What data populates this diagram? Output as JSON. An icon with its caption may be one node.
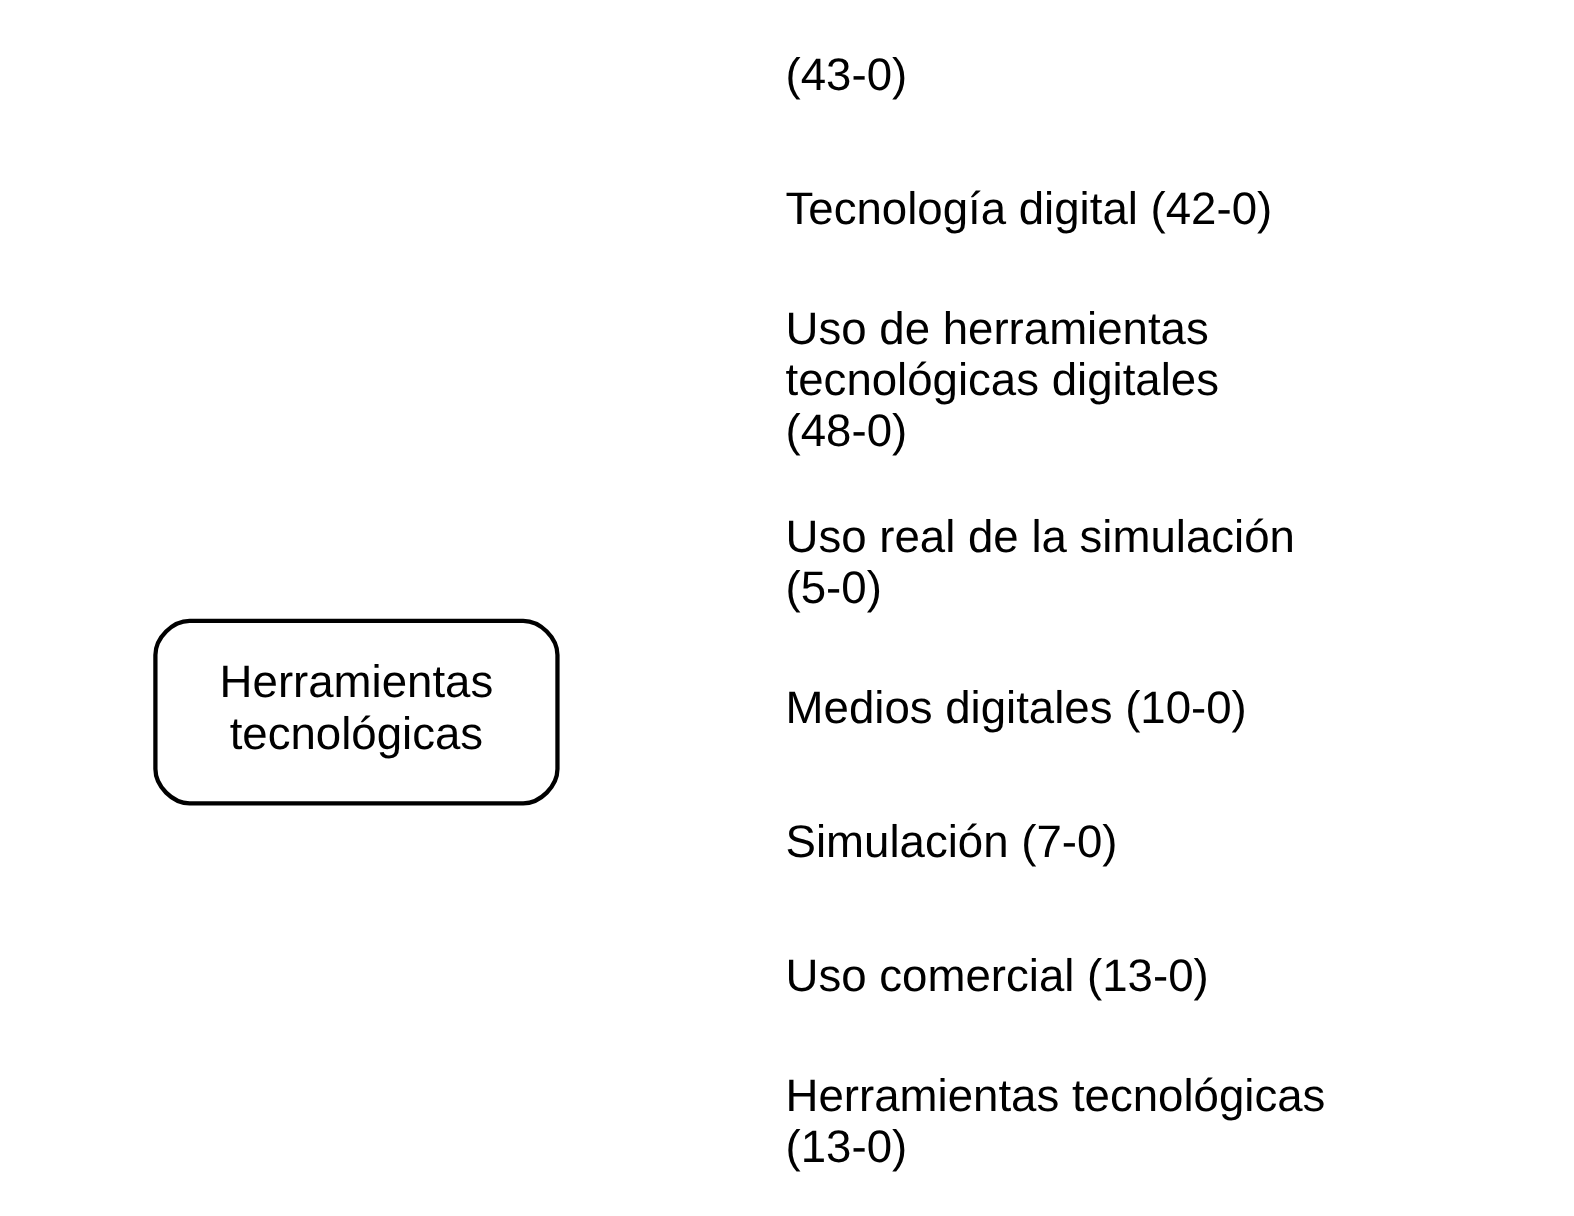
{
  "diagram": {
    "nodes": [
      {
        "text": [
          "Herramientas tecnológicas"
        ]
      }
    ],
    "edges": [],
    "labels": [
      "(43-0)",
      "Tecnología digital (42-0)",
      "Uso de herramientas tecnológicas digitales (48-0)",
      "Uso real de la simulación (5-0)",
      "Medios digitales (10-0)",
      "Simulación (7-0)",
      "Uso comercial (13-0)",
      "Herramientas tecnológicas (13-0)"
    ]
  }
}
